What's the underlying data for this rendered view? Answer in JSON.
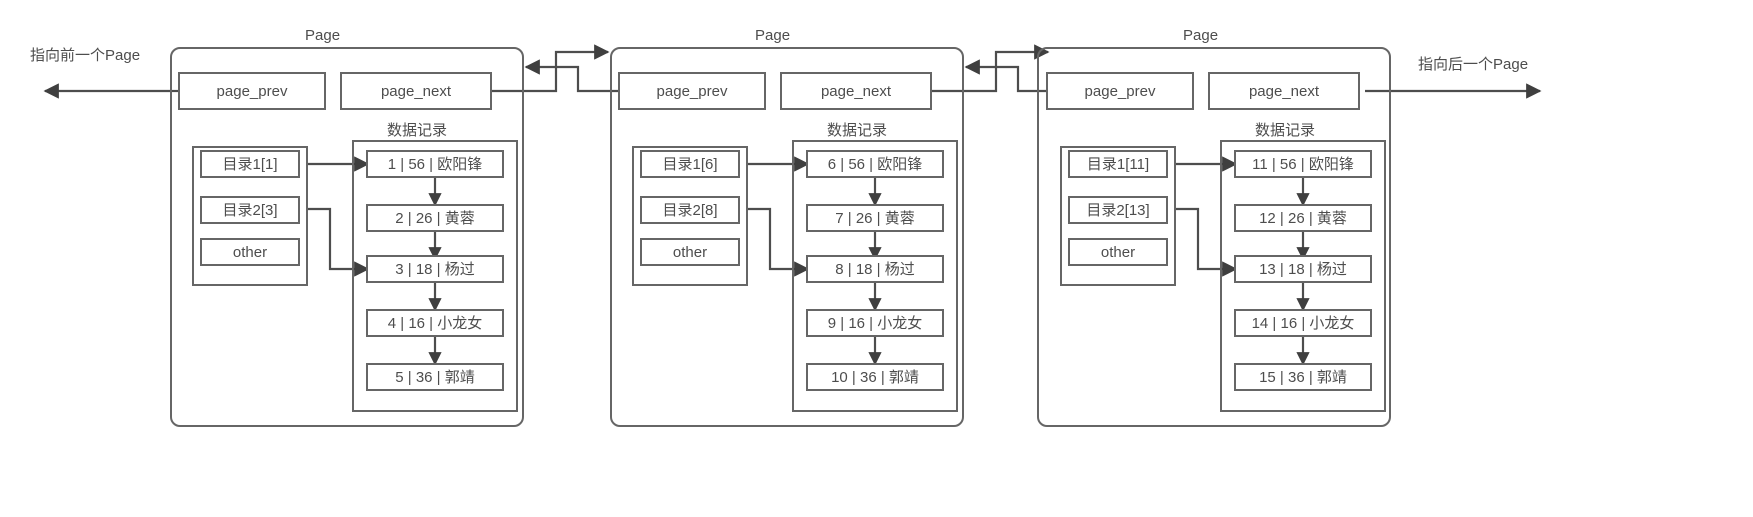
{
  "diagram": {
    "type": "linked-page-structure",
    "left_edge_label": "指向前一个Page",
    "right_edge_label": "指向后一个Page",
    "page_title": "Page",
    "records_caption": "数据记录",
    "slot_prev_label": "page_prev",
    "slot_next_label": "page_next",
    "other_label": "other",
    "colors": {
      "stroke": "#666666",
      "text": "#4d4d4d",
      "background": "#ffffff"
    }
  },
  "pages": [
    {
      "id": "page-1",
      "title": "Page",
      "prev_slot": "page_prev",
      "next_slot": "page_next",
      "records_caption": "数据记录",
      "directory": [
        {
          "label": "目录1[1]",
          "target_index": 0
        },
        {
          "label": "目录2[3]",
          "target_index": 2
        },
        {
          "label": "other",
          "target_index": null
        }
      ],
      "records": [
        {
          "id": "1",
          "age": "56",
          "name": "欧阳锋",
          "text": "1 |  56 | 欧阳锋"
        },
        {
          "id": "2",
          "age": "26",
          "name": "黄蓉",
          "text": "2 |  26 | 黄蓉"
        },
        {
          "id": "3",
          "age": "18",
          "name": "杨过",
          "text": "3 |  18 | 杨过"
        },
        {
          "id": "4",
          "age": "16",
          "name": "小龙女",
          "text": "4 |  16 | 小龙女"
        },
        {
          "id": "5",
          "age": "36",
          "name": "郭靖",
          "text": "5 |  36 | 郭靖"
        }
      ]
    },
    {
      "id": "page-2",
      "title": "Page",
      "prev_slot": "page_prev",
      "next_slot": "page_next",
      "records_caption": "数据记录",
      "directory": [
        {
          "label": "目录1[6]",
          "target_index": 0
        },
        {
          "label": "目录2[8]",
          "target_index": 2
        },
        {
          "label": "other",
          "target_index": null
        }
      ],
      "records": [
        {
          "id": "6",
          "age": "56",
          "name": "欧阳锋",
          "text": "6 |  56 | 欧阳锋"
        },
        {
          "id": "7",
          "age": "26",
          "name": "黄蓉",
          "text": "7 |  26 | 黄蓉"
        },
        {
          "id": "8",
          "age": "18",
          "name": "杨过",
          "text": "8 |  18 | 杨过"
        },
        {
          "id": "9",
          "age": "16",
          "name": "小龙女",
          "text": "9 |  16 | 小龙女"
        },
        {
          "id": "10",
          "age": "36",
          "name": "郭靖",
          "text": "10 |  36 | 郭靖"
        }
      ]
    },
    {
      "id": "page-3",
      "title": "Page",
      "prev_slot": "page_prev",
      "next_slot": "page_next",
      "records_caption": "数据记录",
      "directory": [
        {
          "label": "目录1[11]",
          "target_index": 0
        },
        {
          "label": "目录2[13]",
          "target_index": 2
        },
        {
          "label": "other",
          "target_index": null
        }
      ],
      "records": [
        {
          "id": "11",
          "age": "56",
          "name": "欧阳锋",
          "text": "11 |  56 | 欧阳锋"
        },
        {
          "id": "12",
          "age": "26",
          "name": "黄蓉",
          "text": "12 |  26 | 黄蓉"
        },
        {
          "id": "13",
          "age": "18",
          "name": "杨过",
          "text": "13 |  18 | 杨过"
        },
        {
          "id": "14",
          "age": "16",
          "name": "小龙女",
          "text": "14 |  16 | 小龙女"
        },
        {
          "id": "15",
          "age": "36",
          "name": "郭靖",
          "text": "15 |  36 | 郭靖"
        }
      ]
    }
  ]
}
